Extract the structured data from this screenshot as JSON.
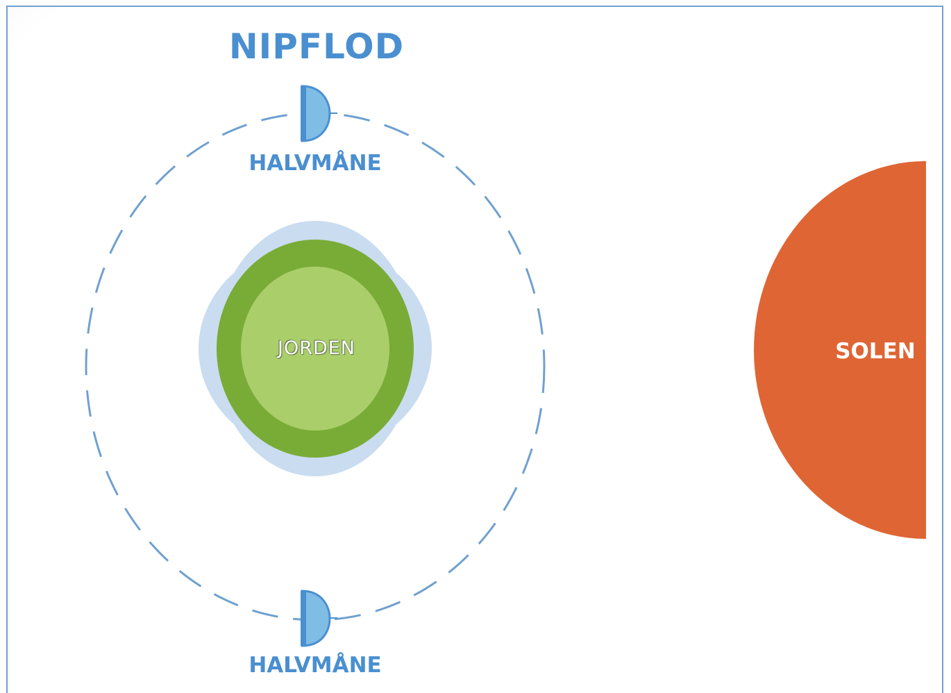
{
  "title": "NIPFLOD",
  "moons": {
    "top_label": "HALVMÅNE",
    "bottom_label": "HALVMÅNE"
  },
  "earth": {
    "label": "JORDEN"
  },
  "sun": {
    "label": "SOLEN"
  },
  "colors": {
    "accent_blue": "#4a8fd0",
    "moon_fill": "#7fbde5",
    "moon_stroke": "#4a8fd0",
    "orbit": "#6fa0cf",
    "tidal_bulge": "#c9dcf0",
    "earth_outer": "#79ac37",
    "earth_inner": "#aacf6a",
    "sun": "#df6535",
    "frame_border": "#6fa0cf"
  },
  "icons": {
    "moon": "half-moon-icon",
    "earth": "earth-circle",
    "sun": "sun-half-disc"
  }
}
